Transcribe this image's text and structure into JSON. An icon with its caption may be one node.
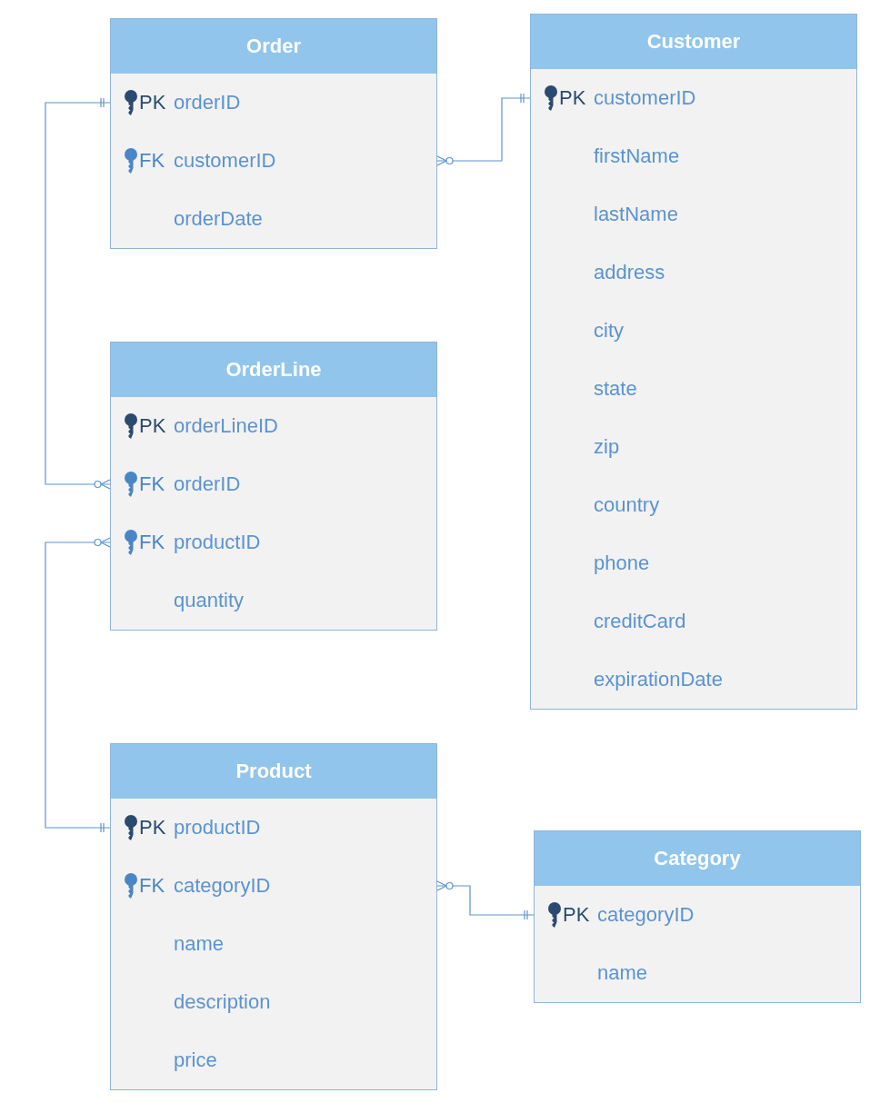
{
  "diagram": {
    "nodes": [
      {
        "text": [
          "Order"
        ]
      },
      {
        "text": [
          "PK",
          "orderID"
        ],
        "in": 0
      },
      {
        "text": [
          "FK",
          "customerID"
        ],
        "in": 0
      },
      {
        "text": [
          "orderDate"
        ],
        "in": 0
      },
      {
        "text": [
          "Customer"
        ]
      },
      {
        "text": [
          "PK",
          "customerID"
        ],
        "in": 4
      },
      {
        "text": [
          "firstName"
        ],
        "in": 4
      },
      {
        "text": [
          "lastName"
        ],
        "in": 4
      },
      {
        "text": [
          "address"
        ],
        "in": 4
      },
      {
        "text": [
          "city"
        ],
        "in": 4
      },
      {
        "text": [
          "state"
        ],
        "in": 4
      },
      {
        "text": [
          "zip"
        ],
        "in": 4
      },
      {
        "text": [
          "country"
        ],
        "in": 4
      },
      {
        "text": [
          "phone"
        ],
        "in": 4
      },
      {
        "text": [
          "creditCard"
        ],
        "in": 4
      },
      {
        "text": [
          "expirationDate"
        ],
        "in": 4
      },
      {
        "text": [
          "OrderLine"
        ]
      },
      {
        "text": [
          "PK",
          "orderLineID"
        ],
        "in": 16
      },
      {
        "text": [
          "FK",
          "orderID"
        ],
        "in": 16
      },
      {
        "text": [
          "FK",
          "productID"
        ],
        "in": 16
      },
      {
        "text": [
          "quantity"
        ],
        "in": 16
      },
      {
        "text": [
          "Product"
        ]
      },
      {
        "text": [
          "PK",
          "productID"
        ],
        "in": 21
      },
      {
        "text": [
          "FK",
          "categoryID"
        ],
        "in": 21
      },
      {
        "text": [
          "name"
        ],
        "in": 21
      },
      {
        "text": [
          "description"
        ],
        "in": 21
      },
      {
        "text": [
          "price"
        ],
        "in": 21
      },
      {
        "text": [
          "Category"
        ]
      },
      {
        "text": [
          "PK",
          "categoryID"
        ],
        "in": 27
      },
      {
        "text": [
          "name"
        ],
        "in": 27
      }
    ],
    "edges": [
      {
        "from": 1,
        "to": 18,
        "arrow": "other"
      },
      {
        "from": 2,
        "to": 5,
        "arrow": "other"
      },
      {
        "from": 19,
        "to": 22,
        "arrow": "other"
      },
      {
        "from": 23,
        "to": 28,
        "arrow": "other"
      }
    ]
  }
}
